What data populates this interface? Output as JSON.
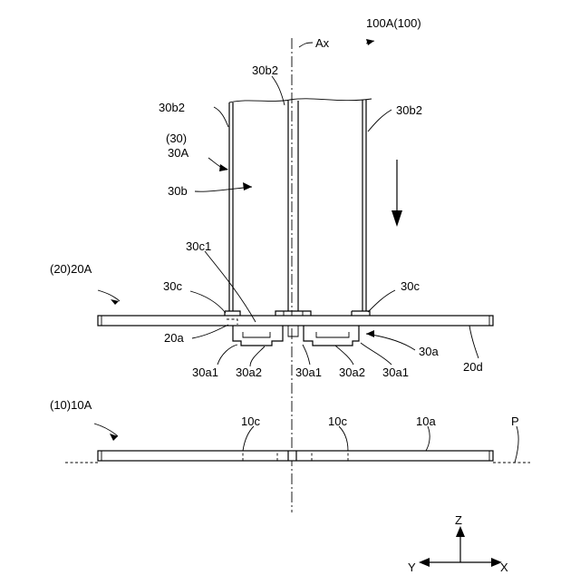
{
  "labels": {
    "device": "100A(100)",
    "axis": "Ax",
    "wall_top_center": "30b2",
    "wall_top_left": "30b2",
    "wall_top_right": "30b2",
    "holder_group": "(30)",
    "holder": "30A",
    "inner_space": "30b",
    "center_hook": "30c1",
    "upper_plate_group": "(20)20A",
    "hook_left": "30c",
    "hook_right": "30c",
    "recess": "20a",
    "foot_right": "30a",
    "plate_edge": "20d",
    "foot_a1_left": "30a1",
    "foot_a2_left": "30a2",
    "foot_a1_center": "30a1",
    "foot_a2_right": "30a2",
    "foot_a1_right": "30a1",
    "lower_plate_group": "(10)10A",
    "mark_left": "10c",
    "mark_right": "10c",
    "lower_plate": "10a",
    "plane": "P",
    "axis_z": "Z",
    "axis_y": "Y",
    "axis_x": "X"
  }
}
